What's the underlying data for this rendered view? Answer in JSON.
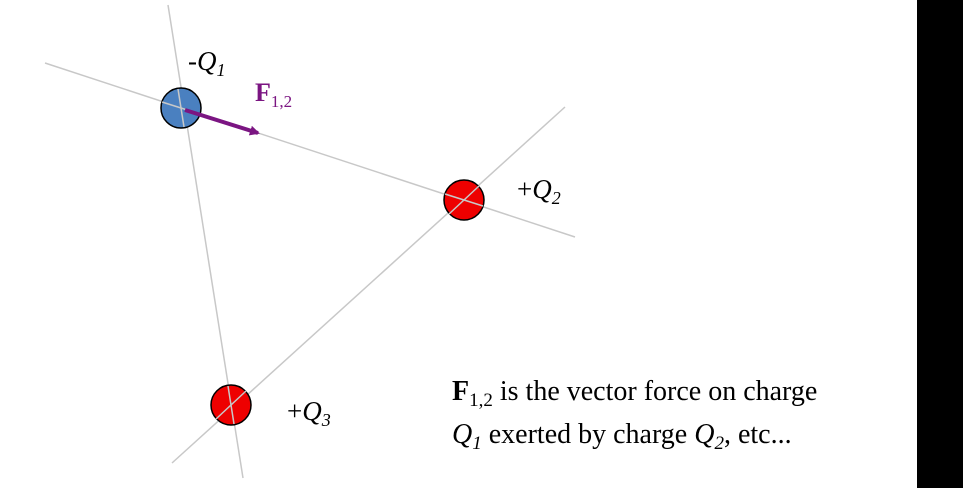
{
  "charges": [
    {
      "id": "q1",
      "sign": "-",
      "symbol": "Q",
      "sub": "1",
      "color": "#4a80c0"
    },
    {
      "id": "q2",
      "sign": "+",
      "symbol": "Q",
      "sub": "2",
      "color": "#ee0000"
    },
    {
      "id": "q3",
      "sign": "+",
      "symbol": "Q",
      "sub": "3",
      "color": "#ee0000"
    }
  ],
  "force": {
    "symbol": "F",
    "sub": "1,2",
    "color": "#7b1582"
  },
  "caption": {
    "line1_symbol": "F",
    "line1_sub": "1,2",
    "line1_text": " is the vector force on charge",
    "line2_symbol": "Q",
    "line2_sub": "1",
    "line2_text": " exerted by charge ",
    "line2_symbol2": "Q",
    "line2_sub2": "2",
    "line2_tail": ", etc..."
  },
  "colors": {
    "lines": "#c8c8c8",
    "outline": "#000000",
    "sidebar": "#000000"
  }
}
